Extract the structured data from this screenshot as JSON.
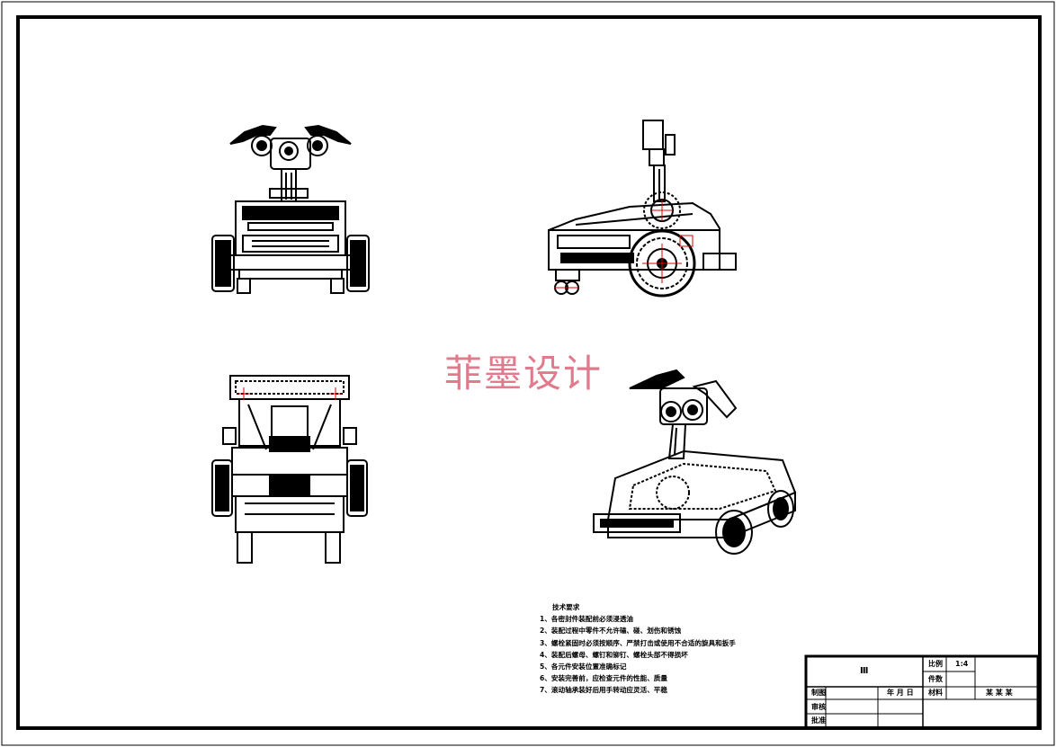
{
  "watermark": "菲墨设计",
  "notes": {
    "title": "技术要求",
    "items": [
      "1、各密封件装配前必须浸透油",
      "2、装配过程中零件不允许磕、碰、划伤和锈蚀",
      "3、螺栓紧固时必须按顺序、严禁打击或使用不合适的旋具和扳手",
      "4、装配后螺母、螺钉和铆钉、螺栓头部不得损坏",
      "5、各元件安装位置准确标记",
      "6、安装完善前，应检查元件的性能、质量",
      "7、滚动轴承装好后用手转动应灵活、平稳"
    ]
  },
  "title_block": {
    "drawing_name": "Ⅲ",
    "scale_label": "比例",
    "scale_value": "1:4",
    "quantity_label": "件数",
    "material_label": "材料",
    "designer_label": "制图",
    "date_label": "年 月 日",
    "checker_label": "审核",
    "approver_label": "批准",
    "company": "某 某 某"
  }
}
